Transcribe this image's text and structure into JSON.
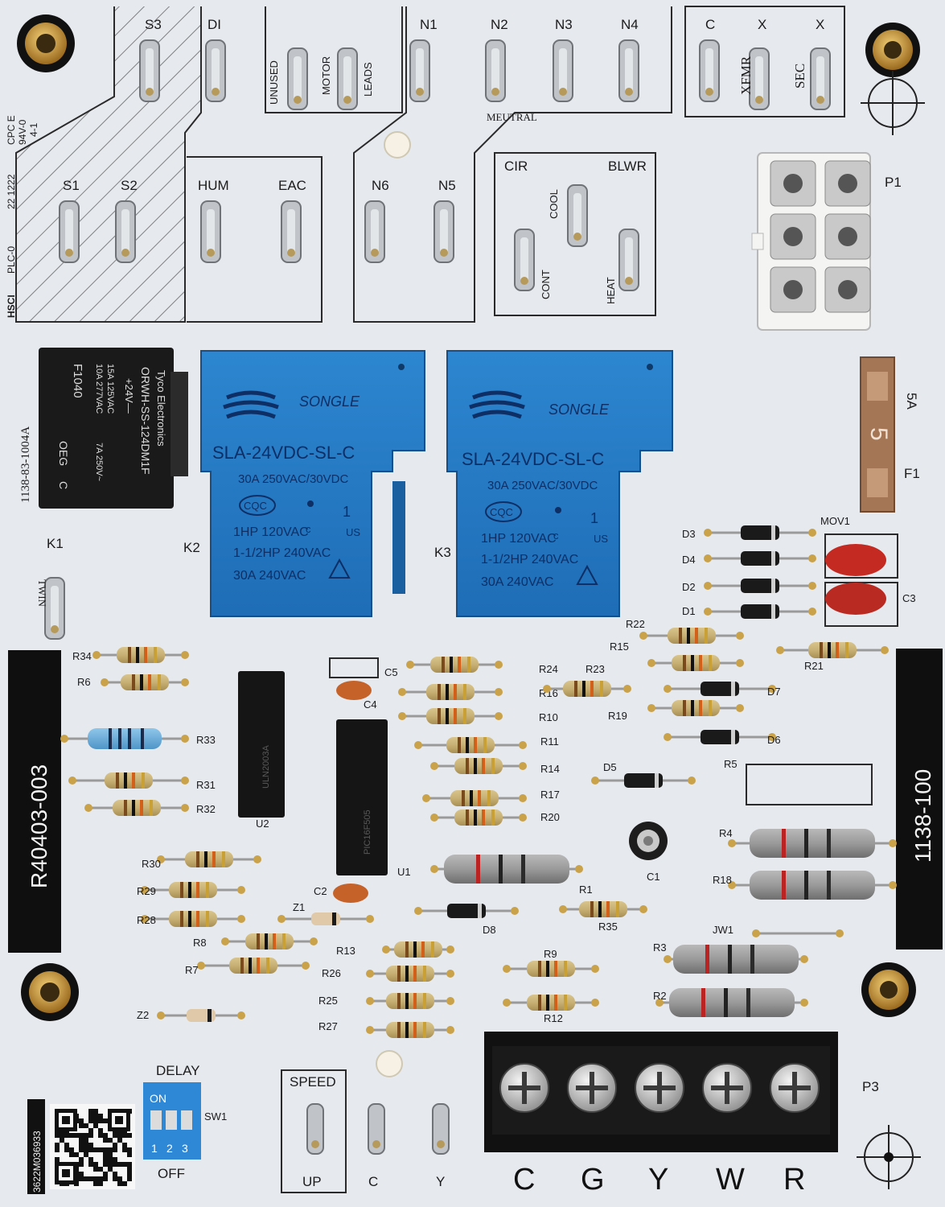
{
  "board": {
    "background_color": "#e6e9ee",
    "part_label_left": "R40403-003",
    "part_label_right": "1138-100",
    "pcb_number": "1138-83-1004A",
    "ul_code_lines": [
      "CPC E",
      "94V-0",
      "4-1",
      "22 1222",
      "PLC-0",
      "HSCI"
    ],
    "qr_code_number": "3622M036933"
  },
  "terminals_top": {
    "s3": "S3",
    "di": "DI",
    "unused": "UNUSED",
    "motor": "MOTOR",
    "leads": "LEADS",
    "n1": "N1",
    "n2": "N2",
    "n3": "N3",
    "n4": "N4",
    "neutral": "MEUTRAL",
    "c": "C",
    "x1": "X",
    "x2": "X",
    "xfmr": "XFMR",
    "sec": "SEC"
  },
  "terminals_mid": {
    "s1": "S1",
    "s2": "S2",
    "hum": "HUM",
    "eac": "EAC",
    "n6": "N6",
    "n5": "N5",
    "cir": "CIR",
    "blwr": "BLWR",
    "cool": "COOL",
    "cont": "CONT",
    "heat": "HEAT",
    "p1": "P1",
    "twin": "TWIN"
  },
  "fuse": {
    "rating": "5A",
    "glyph": "5",
    "ref": "F1"
  },
  "relay_k1": {
    "ref": "K1",
    "brand": "Tyco Electronics",
    "model": "ORWH-SS-124DM1F",
    "coil": "+24V—",
    "ratings": [
      "15A 125VAC",
      "10A 277VAC",
      "7A 250V~"
    ],
    "code": "F1040",
    "oeg": "OEG",
    "c_mark": "C"
  },
  "relay_k2": {
    "ref": "K2",
    "brand": "SONGLE",
    "model": "SLA-24VDC-SL-C",
    "rating_1": "30A  250VAC/30VDC",
    "cert": "CQC",
    "rating_2": "1HP 120VAC",
    "rating_3": "1-1/2HP 240VAC",
    "rating_4": "30A 240VAC",
    "ul_num": "1",
    "ul_us": "US",
    "ul_c": "c"
  },
  "relay_k3": {
    "ref": "K3",
    "brand": "SONGLE",
    "model": "SLA-24VDC-SL-C",
    "rating_1": "30A  250VAC/30VDC",
    "cert": "CQC",
    "rating_2": "1HP 120VAC",
    "rating_3": "1-1/2HP 240VAC",
    "rating_4": "30A 240VAC",
    "ul_num": "1",
    "ul_us": "US",
    "ul_c": "c"
  },
  "components": {
    "r34": "R34",
    "r6": "R6",
    "r33": "R33",
    "r31": "R31",
    "r32": "R32",
    "r30": "R30",
    "r29": "R29",
    "r28": "R28",
    "r8": "R8",
    "r7": "R7",
    "z1": "Z1",
    "z2": "Z2",
    "u2": "U2",
    "u1": "U1",
    "u2_chip": "ULN2003A",
    "u1_chip": "PIC16F505",
    "c5": "C5",
    "c4": "C4",
    "c2": "C2",
    "c1": "C1",
    "c3": "C3",
    "r24": "R24",
    "r16": "R16",
    "r10": "R10",
    "r11": "R11",
    "r14": "R14",
    "r17": "R17",
    "r20": "R20",
    "r1": "R1",
    "r23": "R23",
    "r19": "R19",
    "r15": "R15",
    "r22": "R22",
    "r21": "R21",
    "d1": "D1",
    "d2": "D2",
    "d3": "D3",
    "d4": "D4",
    "d5": "D5",
    "d6": "D6",
    "d7": "D7",
    "d8": "D8",
    "mov1": "MOV1",
    "r5": "R5",
    "r4": "R4",
    "r18": "R18",
    "r35": "R35",
    "jw1": "JW1",
    "r3": "R3",
    "r2": "R2",
    "r13": "R13",
    "r26": "R26",
    "r25": "R25",
    "r27": "R27",
    "r9": "R9",
    "r12": "R12",
    "p3": "P3",
    "sw1": "SW1"
  },
  "dip_switch": {
    "title": "DELAY",
    "on": "ON",
    "off": "OFF",
    "positions": [
      "1",
      "2",
      "3"
    ]
  },
  "speed": {
    "title": "SPEED",
    "up": "UP",
    "c": "C",
    "y": "Y"
  },
  "terminal_block": {
    "labels": [
      "C",
      "G",
      "Y",
      "W",
      "R"
    ]
  }
}
